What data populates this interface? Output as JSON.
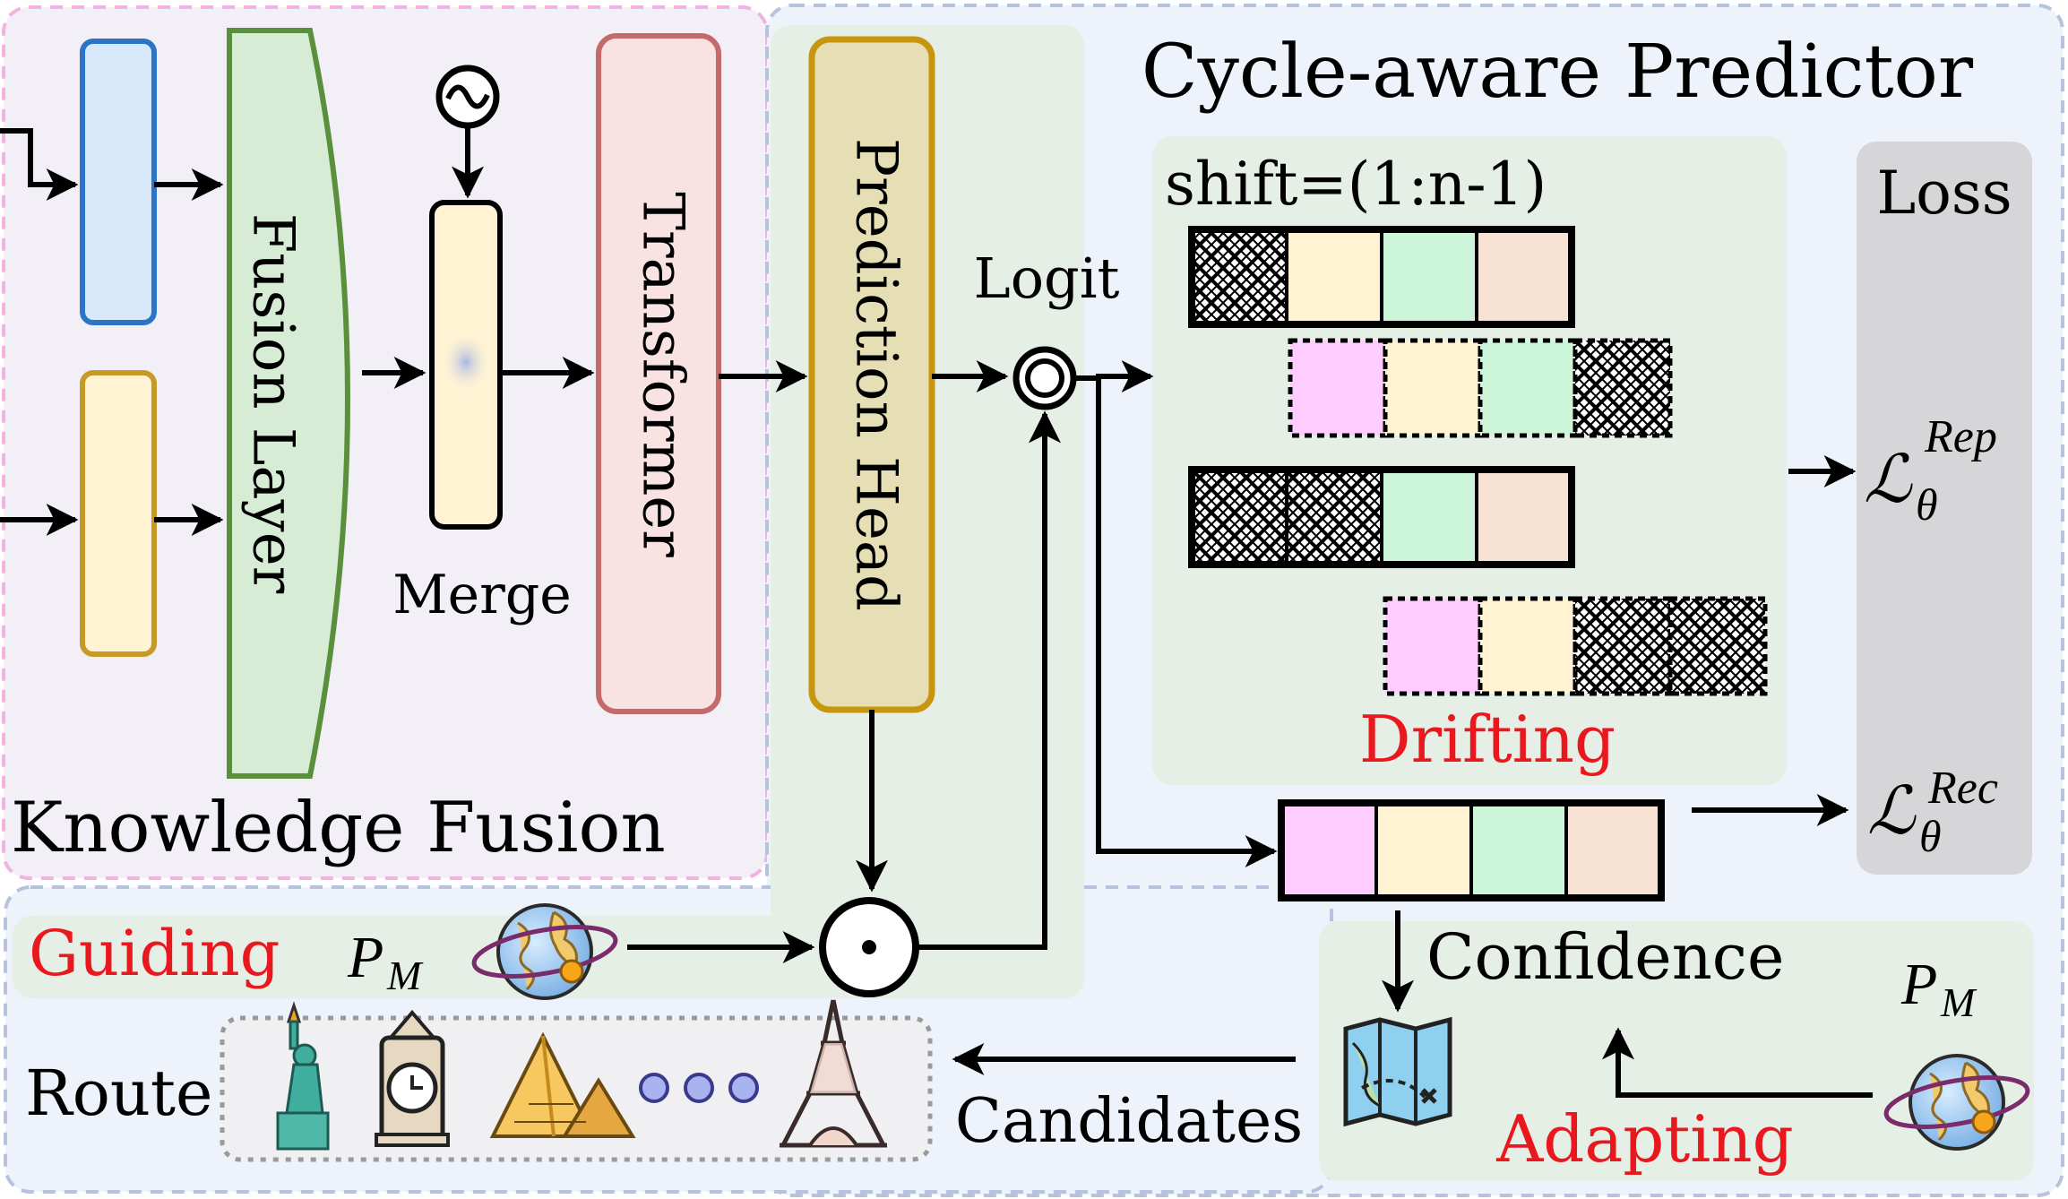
{
  "knowledge_fusion": {
    "title": "Knowledge Fusion",
    "fusion_layer": "Fusion Layer",
    "merge": "Merge",
    "transformer": "Transformer"
  },
  "predictor": {
    "title": "Cycle-aware Predictor",
    "prediction_head": "Prediction Head",
    "logit": "Logit",
    "shift": "shift=(1:n-1)",
    "drifting": "Drifting",
    "loss": "Loss",
    "loss_rep_symbol": "ℒ",
    "loss_rep_sub": "θ",
    "loss_rep_sup": "Rep",
    "loss_rec_symbol": "ℒ",
    "loss_rec_sub": "θ",
    "loss_rec_sup": "Rec"
  },
  "guiding": {
    "label": "Guiding",
    "pm_symbol": "P",
    "pm_sub": "M"
  },
  "adapting": {
    "label": "Adapting",
    "confidence": "Confidence",
    "pm_symbol": "P",
    "pm_sub": "M"
  },
  "route": {
    "label": "Route",
    "candidates": "Candidates",
    "icons": [
      "statue-of-liberty-icon",
      "big-ben-icon",
      "pyramids-icon",
      "ellipsis-dots-icon",
      "eiffel-tower-icon"
    ]
  },
  "icons": {
    "sine-wave": "sine-wave-icon",
    "globe": "globe-orbit-icon",
    "map": "treasure-map-icon"
  },
  "colors": {
    "pink": "#ffccff",
    "yellow": "#fff3d4",
    "green": "#ccf5d9",
    "peach": "#f8e2d3",
    "red_text": "#e8181e",
    "blue_box": "#d8e8fb",
    "fusion_green": "#d6ecd5",
    "head_fill": "#e6dfb6",
    "transformer_fill": "#f8e2e2"
  }
}
